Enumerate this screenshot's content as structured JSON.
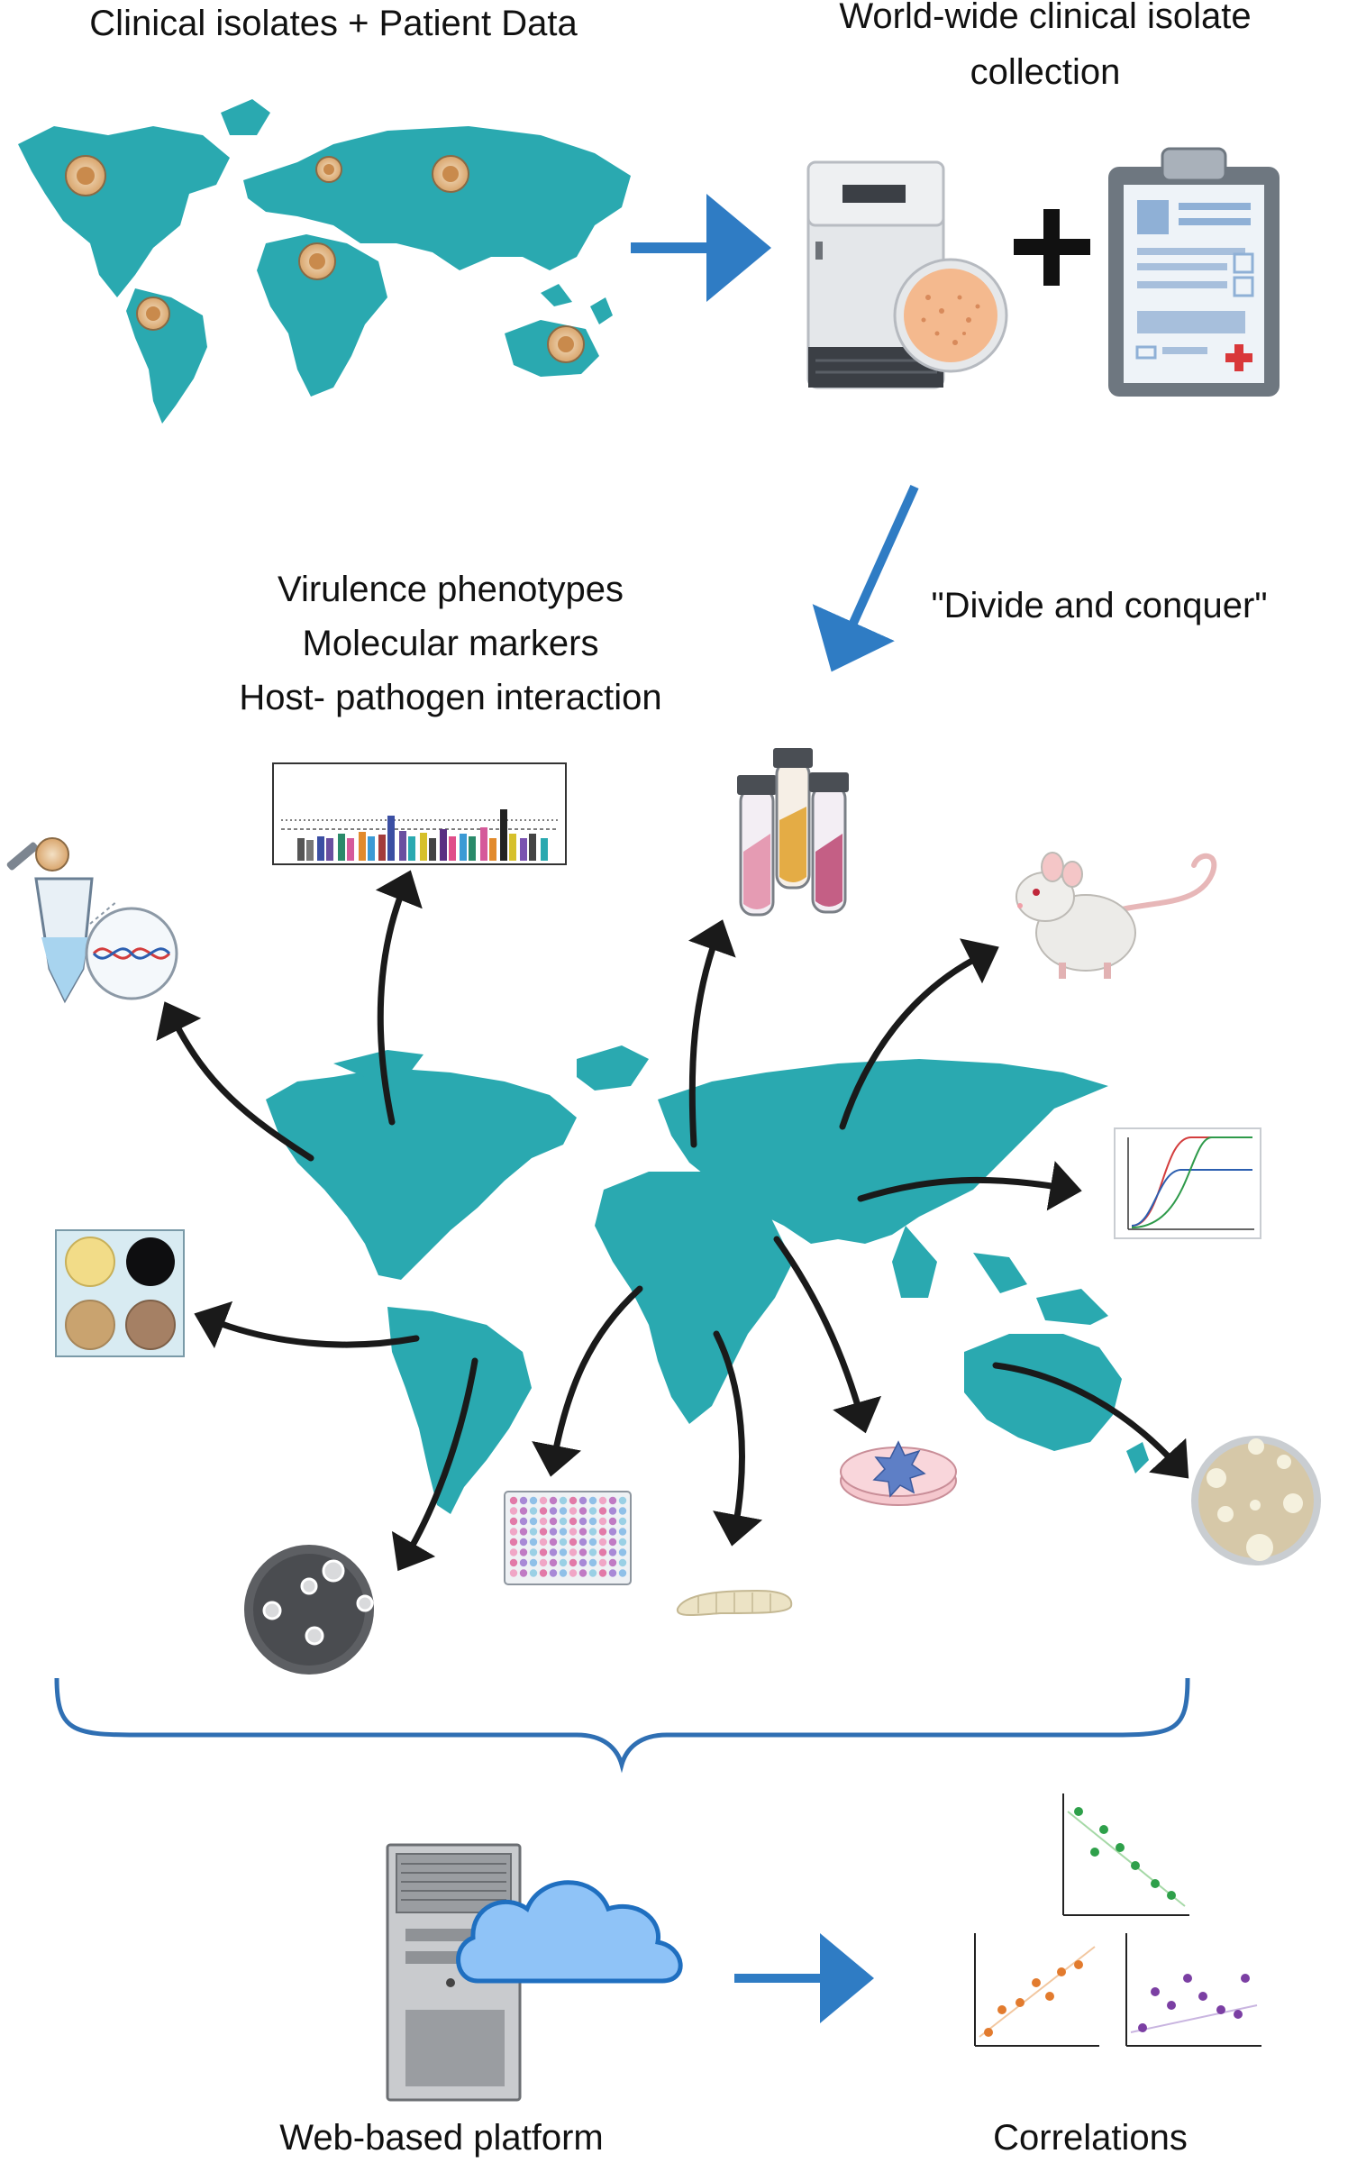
{
  "labels": {
    "clinical_isolates": "Clinical isolates + Patient Data",
    "collection_line1": "World-wide clinical isolate",
    "collection_line2": "collection",
    "divide_conquer": "\"Divide and conquer\"",
    "assay_line1": "Virulence phenotypes",
    "assay_line2": "Molecular markers",
    "assay_line3": "Host- pathogen interaction",
    "web_platform": "Web-based platform",
    "correlations": "Correlations"
  },
  "colors": {
    "continent": "#2aa9b0",
    "flow_arrow": "#2f7cc4",
    "assay_arrow": "#1a1a1a",
    "bracket": "#2f6fb3",
    "cloud": "#8fc3f7",
    "cloud_stroke": "#1f6fc0",
    "plus": "#111111"
  },
  "icons": [
    "isolate-colony-icon",
    "freezer-icon",
    "petri-dish-icon",
    "clipboard-icon",
    "pcr-tube-icon",
    "dna-icon",
    "bar-chart-icon",
    "culture-tubes-icon",
    "mouse-icon",
    "growth-curve-icon",
    "colony-plate-icon",
    "microplate-icon",
    "larva-icon",
    "cell-dish-icon",
    "agar-plate-icon",
    "halo-plate-icon",
    "server-icon",
    "cloud-icon",
    "scatter-plot-icon"
  ]
}
